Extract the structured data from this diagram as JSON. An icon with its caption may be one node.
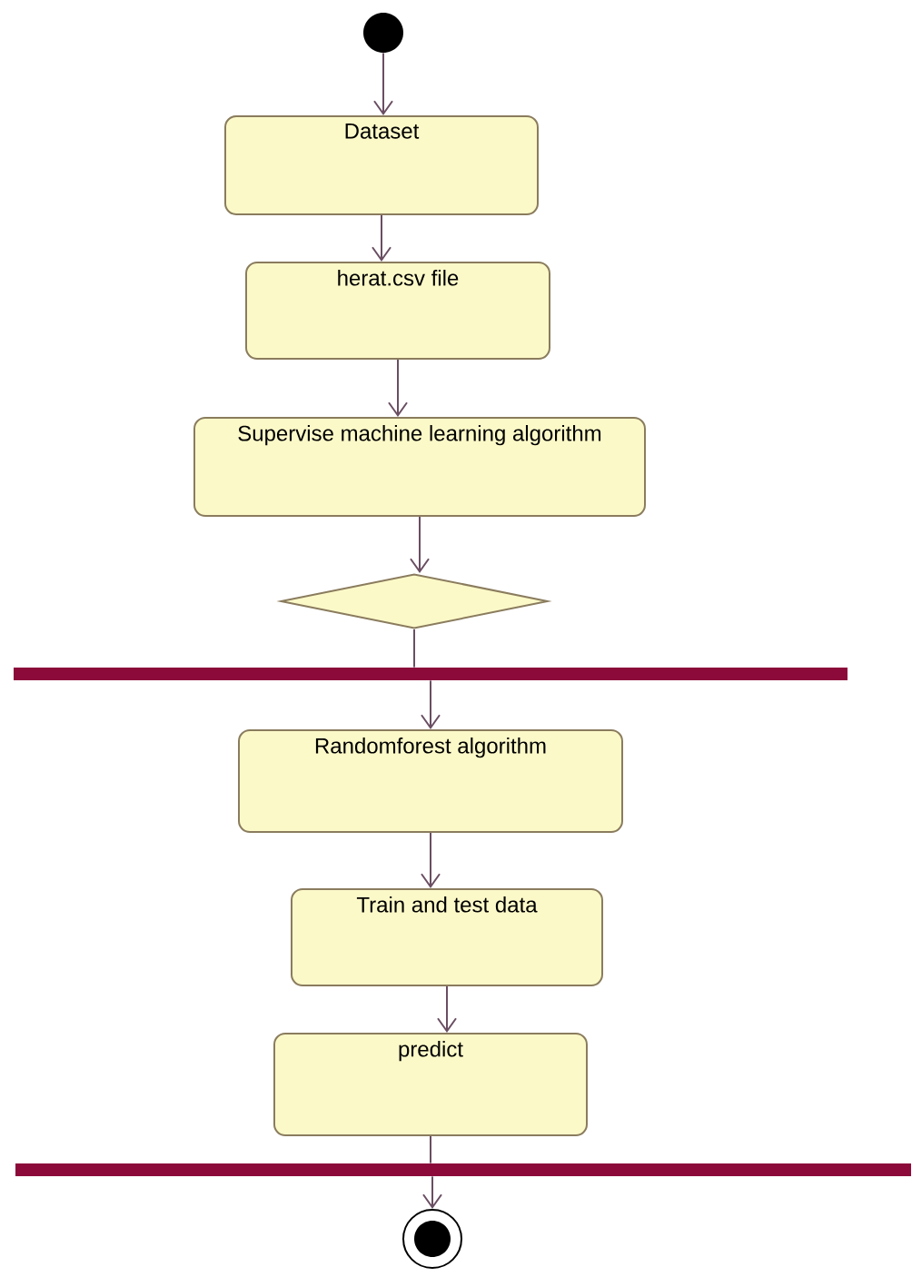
{
  "diagram": {
    "nodes": [
      {
        "text": [],
        "shape": "circle"
      },
      {
        "text": [
          "Dataset"
        ]
      },
      {
        "text": [
          "herat.csv file"
        ]
      },
      {
        "text": [
          "Supervise machine learning algorithm"
        ]
      },
      {
        "text": [],
        "shape": "diamond"
      },
      {
        "text": [],
        "shape": "bar"
      },
      {
        "text": [
          "Randomforest algorithm"
        ]
      },
      {
        "text": [
          "Train and test data"
        ]
      },
      {
        "text": [
          "predict"
        ]
      },
      {
        "text": [],
        "shape": "bar"
      },
      {
        "text": [],
        "shape": "bullseye"
      }
    ],
    "edges": [
      {
        "from": 0,
        "to": 1,
        "arrow": "to"
      },
      {
        "from": 1,
        "to": 2,
        "arrow": "to"
      },
      {
        "from": 2,
        "to": 3,
        "arrow": "to"
      },
      {
        "from": 3,
        "to": 4,
        "arrow": "to"
      },
      {
        "from": 4,
        "to": 5,
        "arrow": "none"
      },
      {
        "from": 5,
        "to": 6,
        "arrow": "to"
      },
      {
        "from": 6,
        "to": 7,
        "arrow": "to"
      },
      {
        "from": 7,
        "to": 8,
        "arrow": "to"
      },
      {
        "from": 8,
        "to": 9,
        "arrow": "none"
      },
      {
        "from": 9,
        "to": 10,
        "arrow": "to"
      }
    ]
  }
}
